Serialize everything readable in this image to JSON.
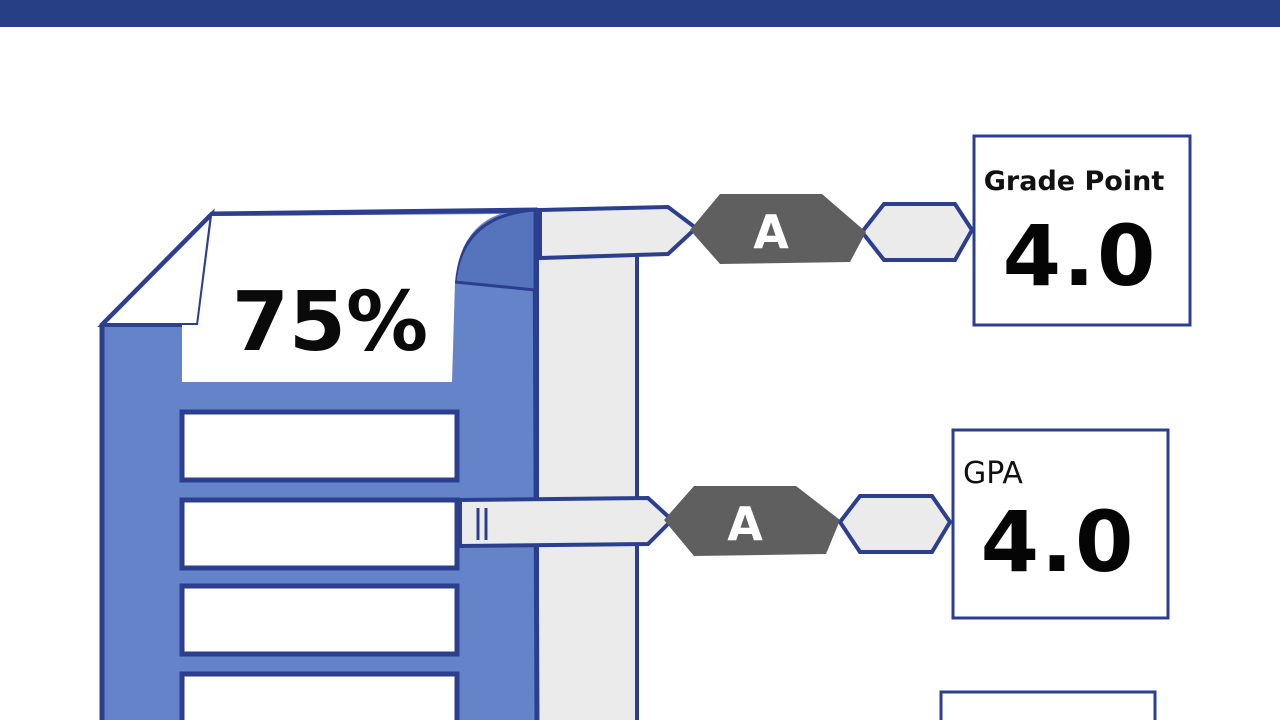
{
  "document": {
    "percentage": "75%"
  },
  "connectors": [
    {
      "grade": "A"
    },
    {
      "grade": "A"
    }
  ],
  "result_boxes": [
    {
      "label": "Grade Point",
      "value": "4.0"
    },
    {
      "label": "GPA",
      "value": "4.0"
    }
  ],
  "colors": {
    "banner": "#263f85",
    "document_fill": "#6583c8",
    "outline": "#2c3f8f",
    "badge": "#5f5f5f",
    "pipe": "#ebebeb"
  }
}
